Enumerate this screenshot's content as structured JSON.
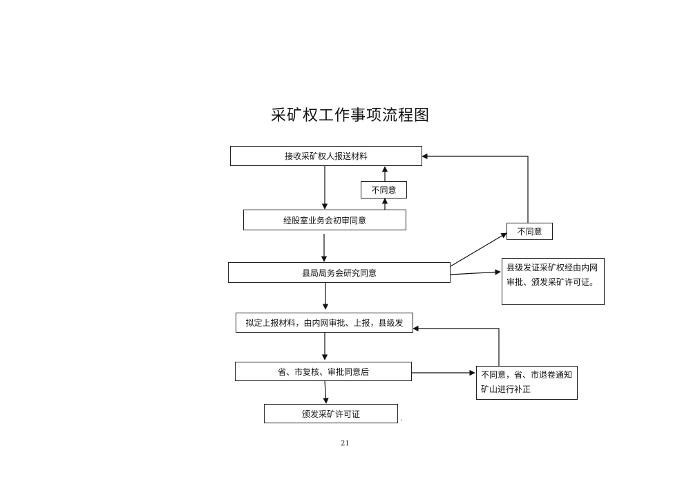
{
  "title": "采矿权工作事项流程图",
  "nodes": {
    "receive": "接收采矿权人报送材料",
    "disagree_1": "不同意",
    "initial_review": "经股室业务会初审同意",
    "disagree_2": "不同意",
    "county_meeting": "县局局务会研究同意",
    "county_issue": "县级发证采矿权经由内网审批、颁发采矿许可证。",
    "draft_report": "拟定上报材料，由内网审批、上报，县级发",
    "province_review": "省、市复核、审批同意后",
    "province_reject": "不同意，省、市退卷通知矿山进行补正",
    "issue_license": "颁发采矿许可证"
  },
  "page_number": "21",
  "trailing_mark": "."
}
